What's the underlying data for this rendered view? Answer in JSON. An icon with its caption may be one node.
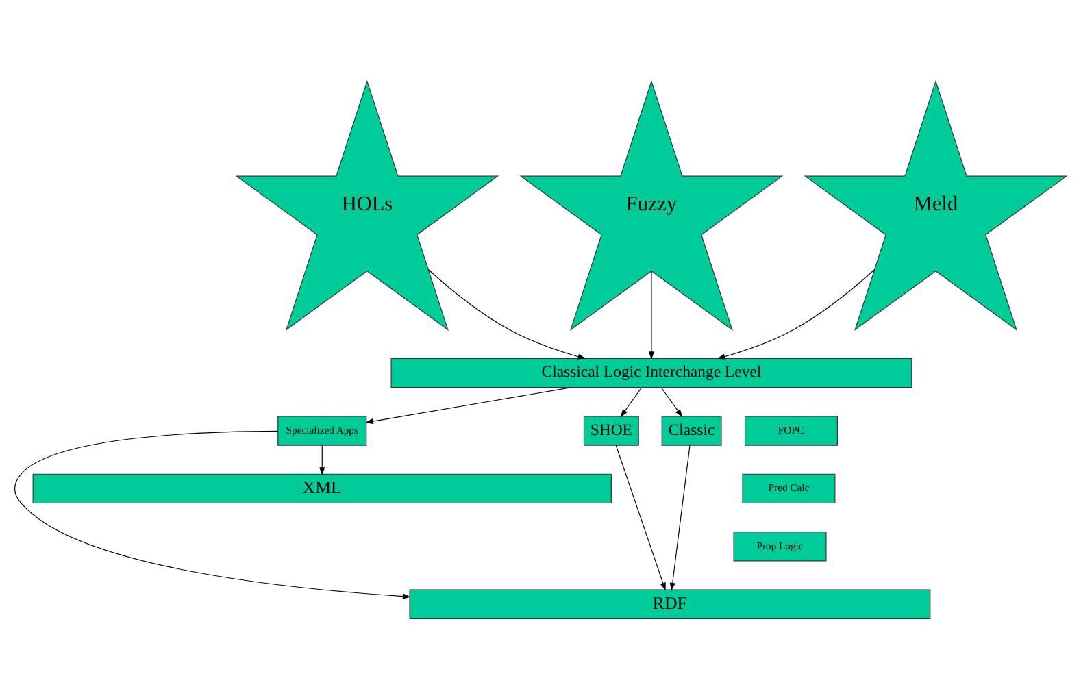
{
  "diagram": {
    "nodes": [
      {
        "text": [
          "HOLs"
        ]
      },
      {
        "text": [
          "Fuzzy"
        ]
      },
      {
        "text": [
          "Meld"
        ]
      },
      {
        "text": [
          "Classical Logic Interchange Level"
        ]
      },
      {
        "text": [
          "Specialized Apps"
        ]
      },
      {
        "text": [
          "SHOE"
        ]
      },
      {
        "text": [
          "Classic"
        ]
      },
      {
        "text": [
          "FOPC"
        ]
      },
      {
        "text": [
          "Pred Calc"
        ]
      },
      {
        "text": [
          "Prop Logic"
        ]
      },
      {
        "text": [
          "RDF"
        ]
      },
      {
        "text": [
          "XML"
        ]
      }
    ],
    "edges": [
      {
        "from": 0,
        "to": 3,
        "arrow": "to"
      },
      {
        "from": 1,
        "to": 3,
        "arrow": "to"
      },
      {
        "from": 2,
        "to": 3,
        "arrow": "to"
      },
      {
        "from": 3,
        "to": 4,
        "arrow": "to"
      },
      {
        "from": 3,
        "to": 5,
        "arrow": "to"
      },
      {
        "from": 3,
        "to": 6,
        "arrow": "to"
      },
      {
        "from": 4,
        "to": 10,
        "arrow": "to"
      },
      {
        "from": 5,
        "to": 10,
        "arrow": "to"
      },
      {
        "from": 6,
        "to": 10,
        "arrow": "to"
      },
      {
        "from": 4,
        "to": 11,
        "arrow": "to"
      }
    ]
  }
}
